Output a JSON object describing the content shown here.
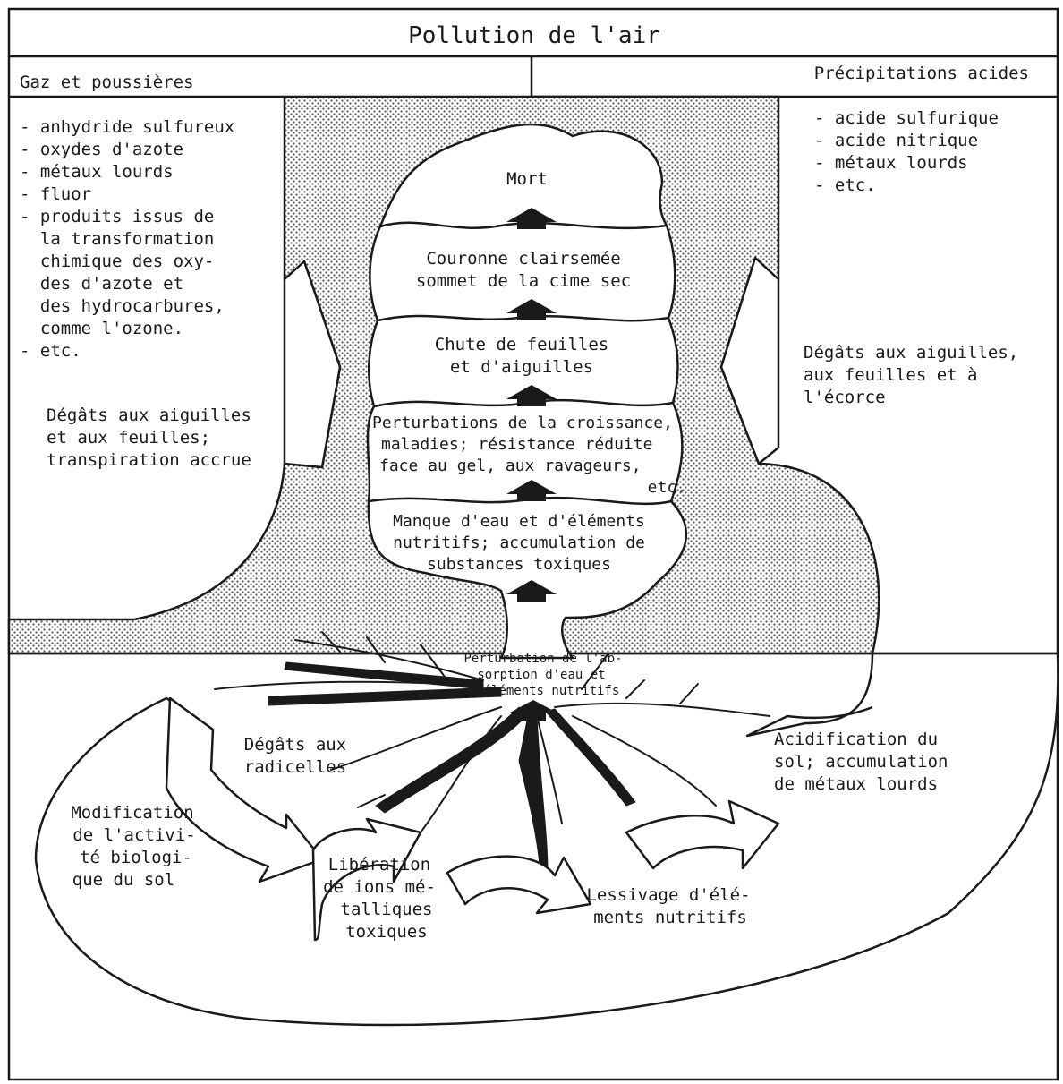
{
  "header": {
    "title": "Pollution de l'air",
    "left_heading": "Gaz et poussières",
    "right_heading": "Précipitations acides"
  },
  "gases": {
    "items": [
      "- anhydride sulfureux",
      "- oxydes d'azote",
      "- métaux lourds",
      "- fluor",
      "- produits issus de",
      "  la transformation",
      "  chimique des oxy-",
      "  des d'azote et",
      "  des hydrocarbures,",
      "  comme l'ozone.",
      "- etc."
    ],
    "effect": [
      "Dégâts aux aiguilles",
      "et aux feuilles;",
      "transpiration accrue"
    ]
  },
  "acids": {
    "items": [
      "- acide sulfurique",
      "- acide nitrique",
      "- métaux lourds",
      "- etc."
    ],
    "effect": [
      "Dégâts aux aiguilles,",
      "aux feuilles et à",
      "l'écorce"
    ]
  },
  "tree_stages": [
    {
      "lines": [
        "Mort"
      ]
    },
    {
      "lines": [
        "Couronne clairsemée",
        "sommet de la cime sec"
      ]
    },
    {
      "lines": [
        "Chute de feuilles",
        "et d'aiguilles"
      ]
    },
    {
      "lines": [
        "Perturbations de la croissance,",
        "maladies; résistance réduite",
        "face au gel, aux ravageurs,",
        "etc."
      ]
    },
    {
      "lines": [
        "Manque d'eau et d'éléments",
        "nutritifs; accumulation de",
        "substances toxiques"
      ]
    }
  ],
  "trunk_label": [
    "Perturbation de l'ab-",
    "sorption d'eau et",
    "d'éléments nutritifs"
  ],
  "soil": {
    "root_damage": [
      "Dégâts aux",
      "radicelles"
    ],
    "acidification": [
      "Acidification du",
      "sol; accumulation",
      "de métaux lourds"
    ],
    "biological_activity": [
      "Modification",
      "de l'activi-",
      "té biologi-",
      "que du sol"
    ],
    "metal_ions": [
      "Libération",
      "de ions mé-",
      "talliques",
      "toxiques"
    ],
    "leaching": [
      "Lessivage d'élé-",
      "ments nutritifs"
    ]
  }
}
